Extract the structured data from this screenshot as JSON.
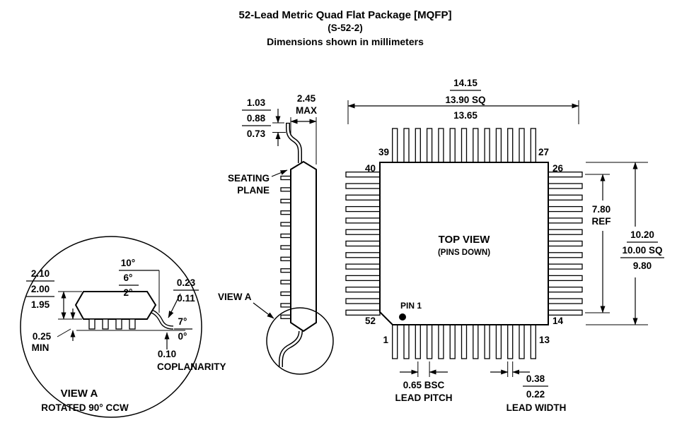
{
  "colors": {
    "ink": "#000000",
    "background": "#ffffff"
  },
  "title": {
    "line1": "52-Lead Metric Quad Flat Package [MQFP]",
    "line2": "(S-52-2)",
    "line3": "Dimensions shown in millimeters"
  },
  "top_view": {
    "outer": {
      "max": "14.15",
      "nom": "13.90 SQ",
      "min": "13.65"
    },
    "body": {
      "max": "10.20",
      "nom": "10.00 SQ",
      "min": "9.80"
    },
    "ref": {
      "value": "7.80",
      "label": "REF"
    },
    "title": "TOP VIEW",
    "subtitle": "(PINS DOWN)",
    "pin1": "PIN 1",
    "pins": {
      "top_left": "39",
      "top_right": "27",
      "left_top": "40",
      "right_top": "26",
      "left_bottom": "52",
      "right_bottom": "14",
      "bottom_left": "1",
      "bottom_right": "13"
    },
    "pitch": {
      "value": "0.65 BSC",
      "label": "LEAD PITCH"
    },
    "width": {
      "max": "0.38",
      "min": "0.22",
      "label": "LEAD WIDTH"
    }
  },
  "side_view": {
    "lead_len": {
      "max": "1.03",
      "nom": "0.88",
      "min": "0.73"
    },
    "thickness": {
      "value": "2.45",
      "label": "MAX"
    },
    "seating": {
      "line1": "SEATING",
      "line2": "PLANE"
    },
    "view_a_label": "VIEW A"
  },
  "view_a": {
    "height": {
      "max": "2.10",
      "nom": "2.00",
      "min": "1.95"
    },
    "standoff": {
      "value": "0.25",
      "label": "MIN"
    },
    "top_angle": {
      "max": "10°",
      "nom": "6°",
      "min": "2°"
    },
    "lead_thk": {
      "max": "0.23",
      "min": "0.11"
    },
    "foot_angle": {
      "max": "7°",
      "min": "0°"
    },
    "coplanarity": {
      "value": "0.10",
      "label": "COPLANARITY"
    },
    "caption": "VIEW A",
    "subcaption": "ROTATED 90° CCW"
  }
}
